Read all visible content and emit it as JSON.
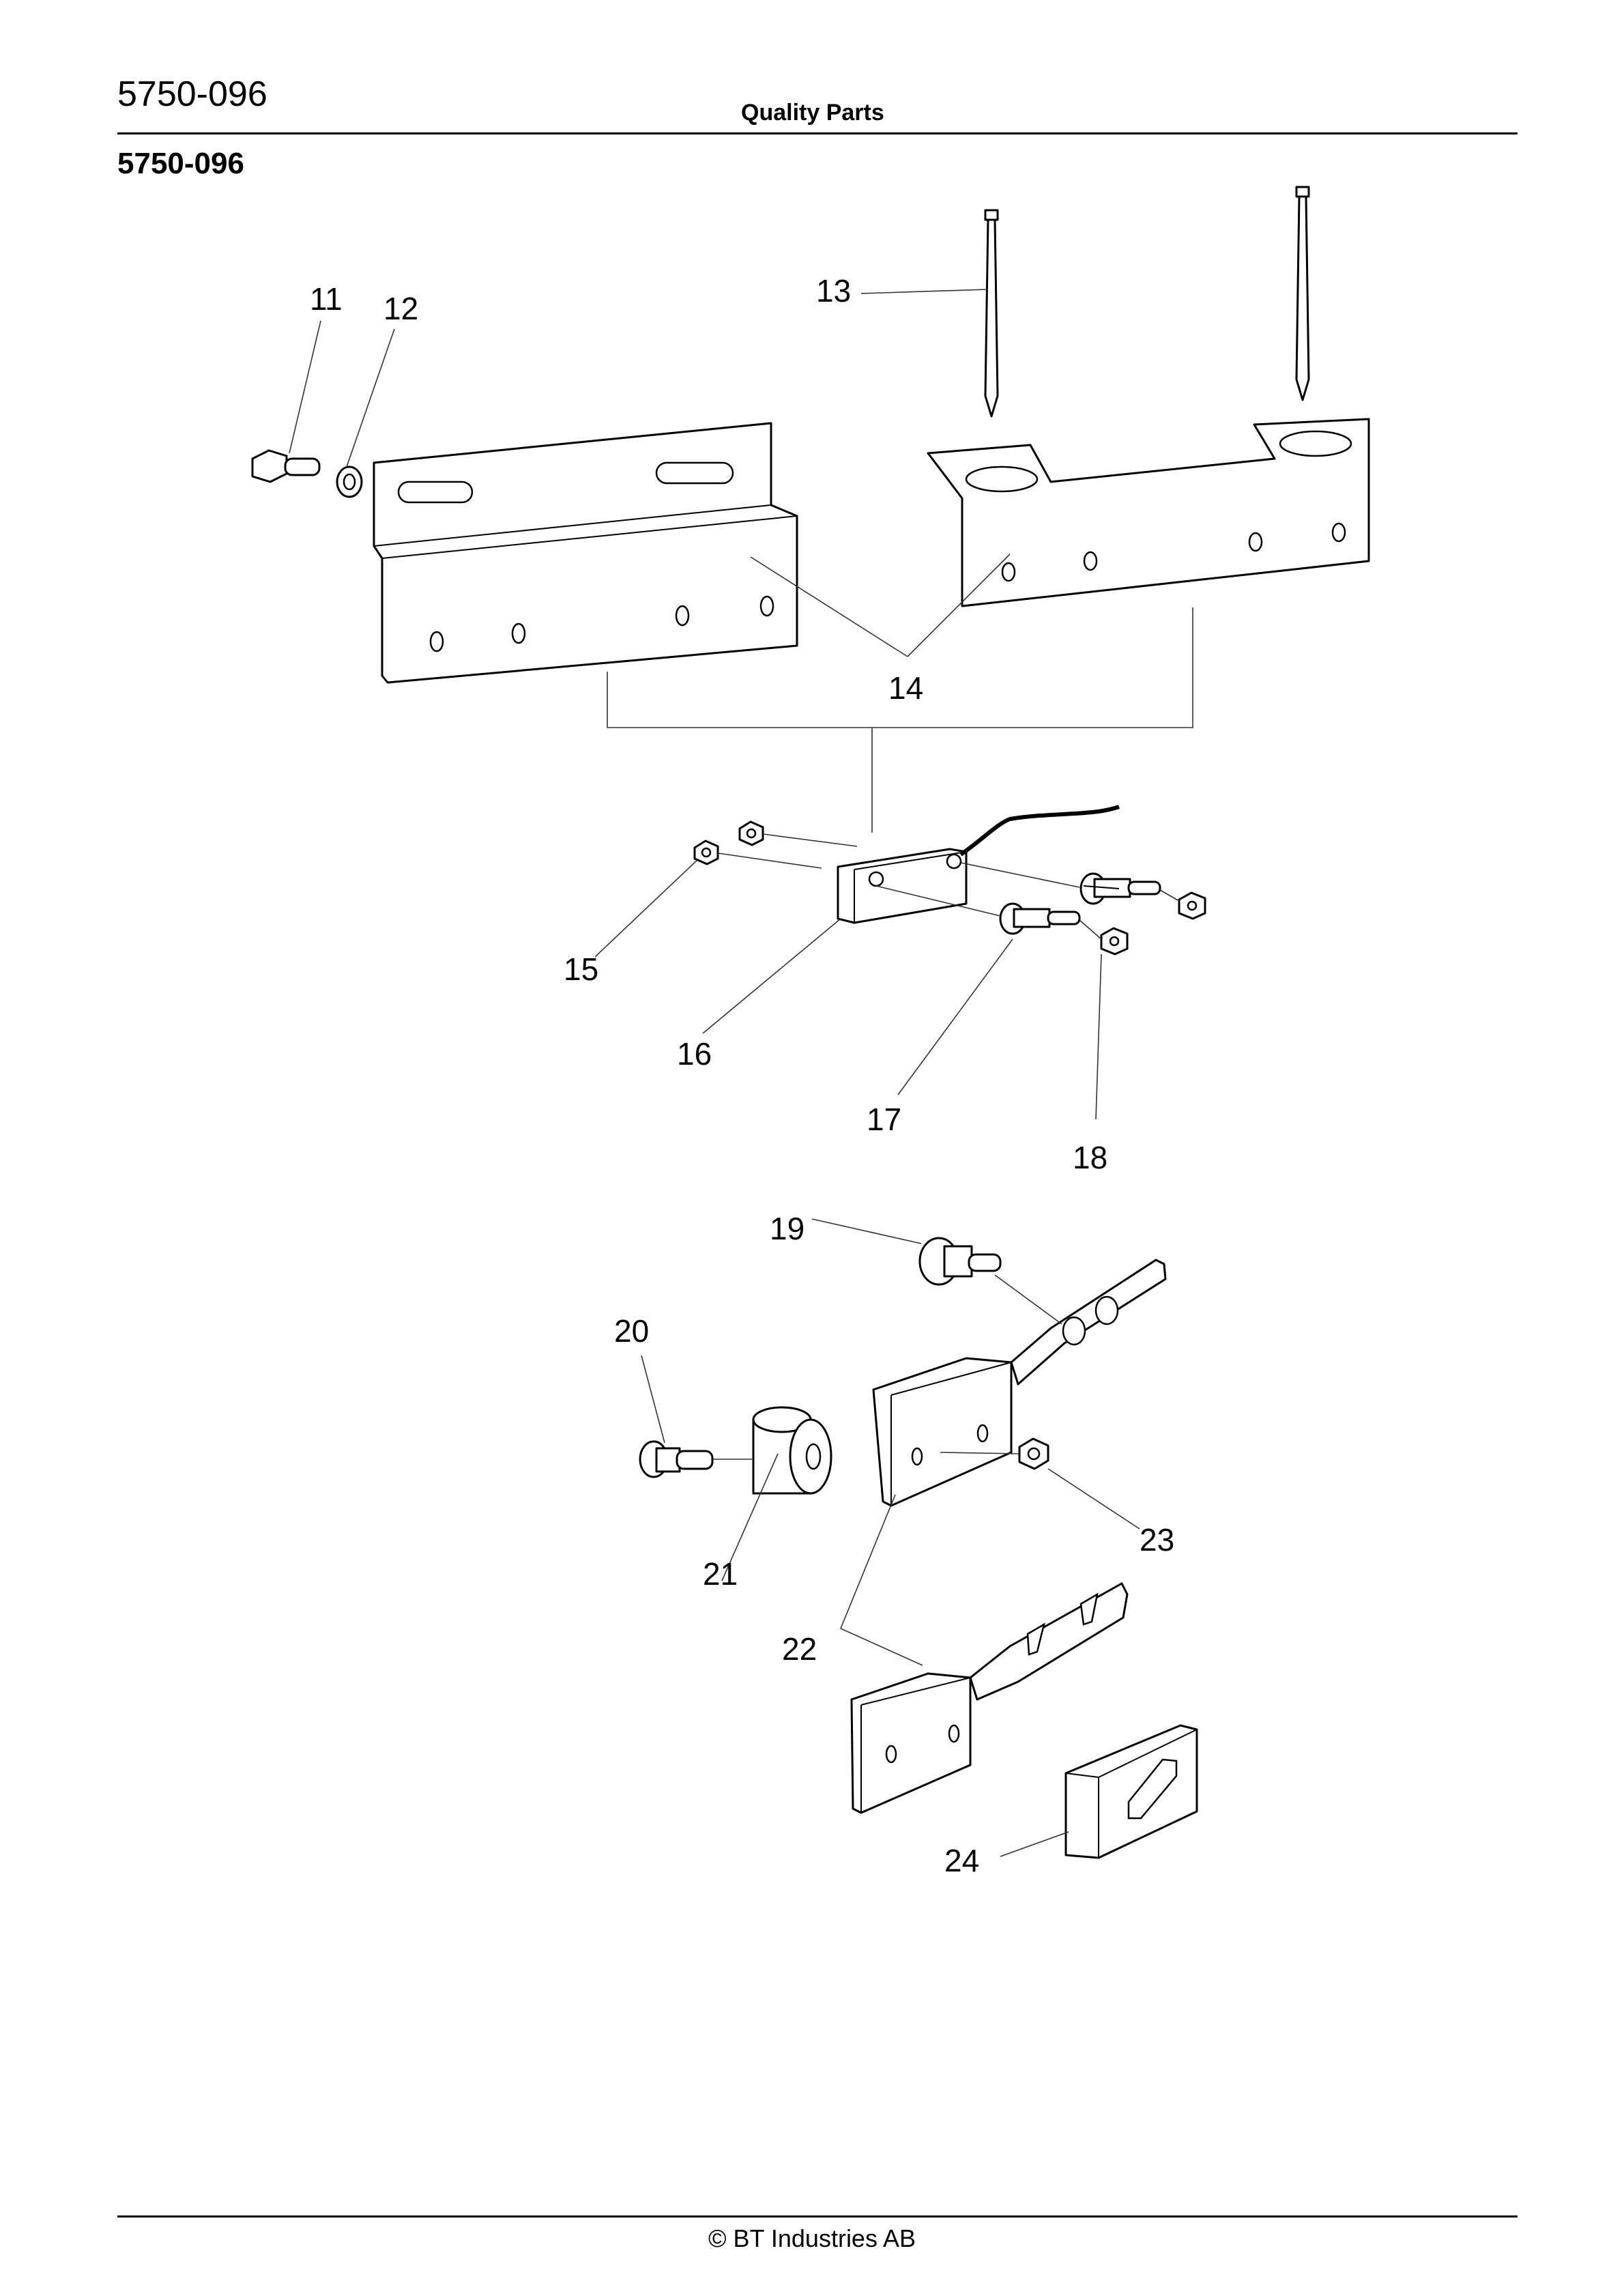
{
  "header": {
    "doc_code": "5750-096",
    "title": "Quality Parts"
  },
  "section": {
    "code": "5750-096"
  },
  "callouts": [
    "11",
    "12",
    "13",
    "14",
    "15",
    "16",
    "17",
    "18",
    "19",
    "20",
    "21",
    "22",
    "23",
    "24"
  ],
  "footer": {
    "copyright": "© BT Industries AB"
  }
}
